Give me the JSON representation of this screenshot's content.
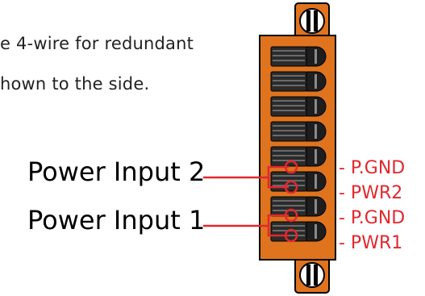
{
  "doc_text": {
    "line1": "e 4-wire for redundant",
    "line2": "hown to the side."
  },
  "power_labels": {
    "input2": "Power Input 2",
    "input1": "Power Input 1"
  },
  "pin_labels": {
    "pin5": "- P.GND",
    "pin6": "- PWR2",
    "pin7": "- P.GND",
    "pin8": "- PWR1"
  },
  "colors": {
    "connector_body": "#e0731e",
    "wire": "#e1282e",
    "outline": "#000000"
  }
}
